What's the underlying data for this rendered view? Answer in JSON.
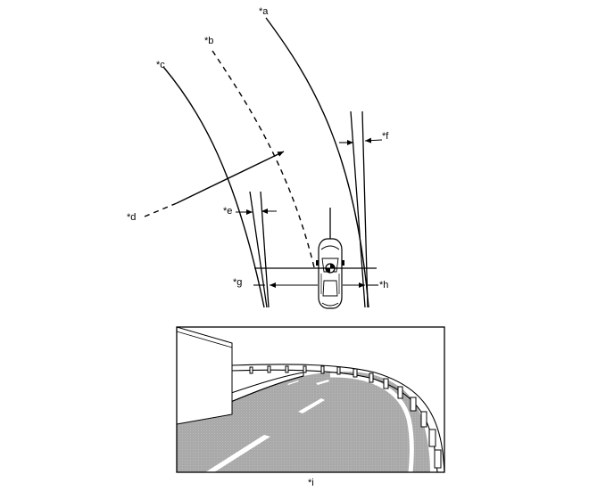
{
  "labels": {
    "a": "*a",
    "b": "*b",
    "c": "*c",
    "d": "*d",
    "e": "*e",
    "f": "*f",
    "g": "*g",
    "h": "*h",
    "i": "*i"
  },
  "colors": {
    "line": "#000000",
    "road": "#a9a9a9",
    "lane_marking": "#ffffff",
    "wall": "#ffffff",
    "frame": "#000000"
  }
}
